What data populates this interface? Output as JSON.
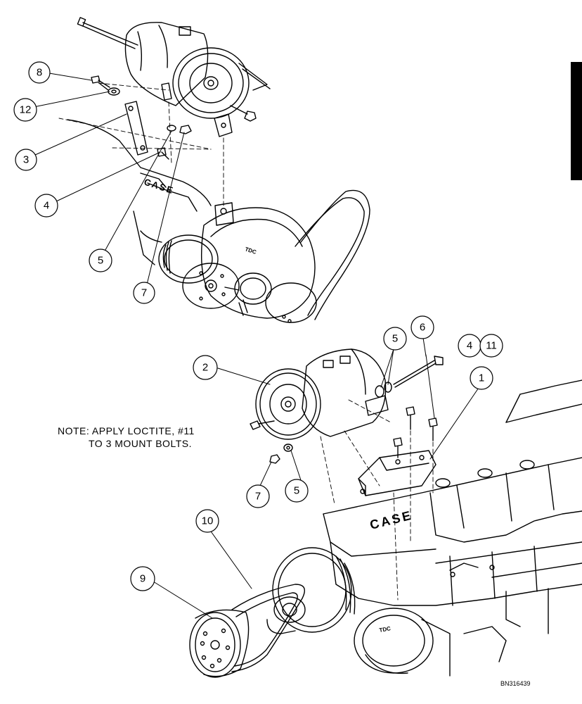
{
  "callouts": {
    "c8": "8",
    "c12": "12",
    "c3": "3",
    "c4_top": "4",
    "c5_top": "5",
    "c7_top": "7",
    "c6": "6",
    "c5_right": "5",
    "c4_right": "4",
    "c11": "11",
    "c2": "2",
    "c1": "1",
    "c7_mid": "7",
    "c5_mid": "5",
    "c10": "10",
    "c9": "9"
  },
  "note": {
    "line1": "NOTE: APPLY LOCTITE, #11",
    "line2": "TO 3 MOUNT BOLTS."
  },
  "engine_marks": {
    "case_top": "CASE",
    "case_bottom": "CASE",
    "tdc_top": "TDC",
    "tdc_bottom": "TDC"
  },
  "reference_code": "BN316439",
  "colors": {
    "line": "#000000",
    "background": "#ffffff",
    "side_tab": "#000000"
  }
}
